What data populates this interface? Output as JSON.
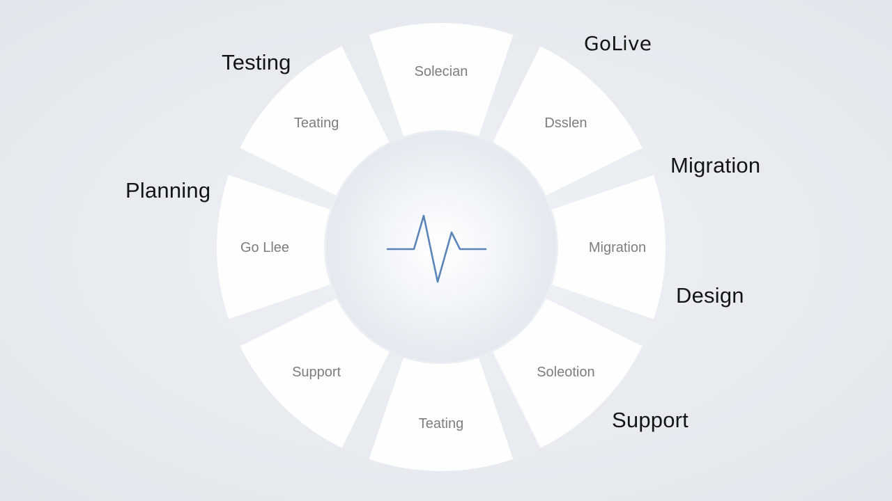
{
  "inner_segments": [
    {
      "label": "Solecian"
    },
    {
      "label": "Dsslen"
    },
    {
      "label": "Migration"
    },
    {
      "label": "Soleotion"
    },
    {
      "label": "Teating"
    },
    {
      "label": "Support"
    },
    {
      "label": "Go Llee"
    },
    {
      "label": "Teating"
    }
  ],
  "outer_labels": {
    "testing": "Testing",
    "golive": "GoLive",
    "migration": "Migration",
    "planning": "Planning",
    "design": "Design",
    "support": "Support"
  },
  "center": {
    "icon": "heartbeat-icon",
    "color": "#5b84b8"
  },
  "colors": {
    "segment_fill": "#ffffff",
    "inner_text": "#7d7d7d",
    "outer_text": "#141414",
    "background": "#e8ecf1"
  }
}
